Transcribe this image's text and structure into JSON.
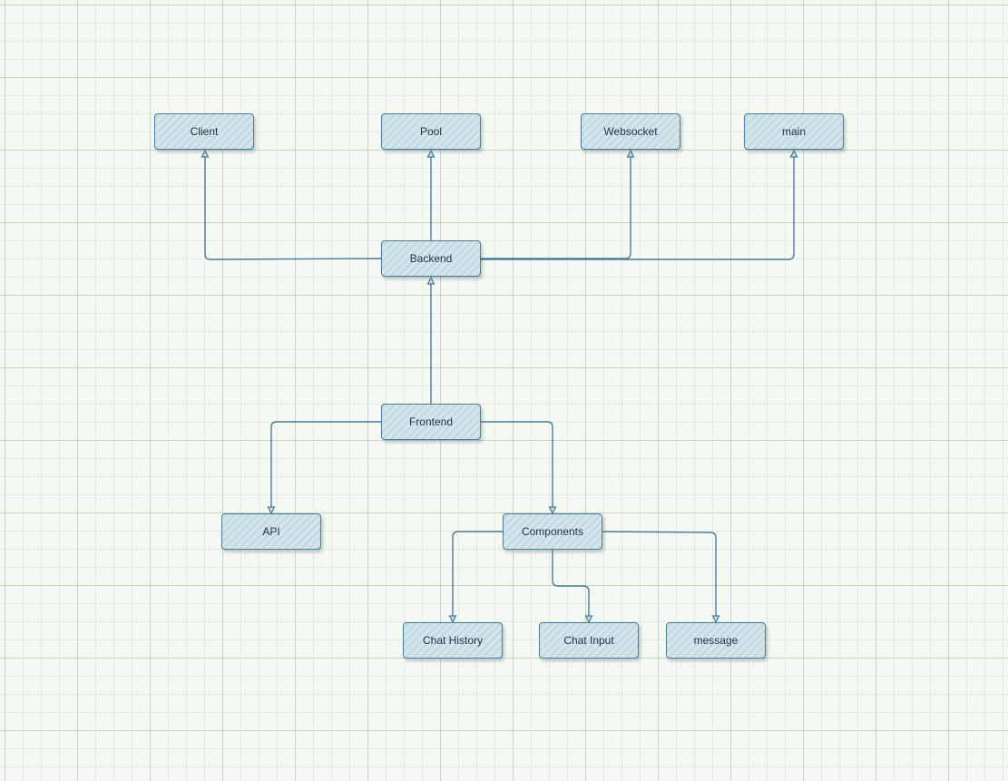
{
  "diagram": {
    "nodes": [
      {
        "id": "client",
        "label": "Client"
      },
      {
        "id": "pool",
        "label": "Pool"
      },
      {
        "id": "websocket",
        "label": "Websocket"
      },
      {
        "id": "main",
        "label": "main"
      },
      {
        "id": "backend",
        "label": "Backend"
      },
      {
        "id": "frontend",
        "label": "Frontend"
      },
      {
        "id": "api",
        "label": "API"
      },
      {
        "id": "components",
        "label": "Components"
      },
      {
        "id": "chat_history",
        "label": "Chat History"
      },
      {
        "id": "chat_input",
        "label": "Chat Input"
      },
      {
        "id": "message",
        "label": "message"
      }
    ],
    "edges": [
      {
        "from": "backend",
        "to": "client"
      },
      {
        "from": "backend",
        "to": "pool"
      },
      {
        "from": "backend",
        "to": "websocket"
      },
      {
        "from": "backend",
        "to": "main"
      },
      {
        "from": "frontend",
        "to": "backend"
      },
      {
        "from": "frontend",
        "to": "api"
      },
      {
        "from": "frontend",
        "to": "components"
      },
      {
        "from": "components",
        "to": "chat_history"
      },
      {
        "from": "components",
        "to": "chat_input"
      },
      {
        "from": "components",
        "to": "message"
      }
    ],
    "colors": {
      "node_fill": "#c6dde3",
      "stroke": "#4a7a9c",
      "text": "#1f3345",
      "background": "#f4f9f1"
    }
  }
}
